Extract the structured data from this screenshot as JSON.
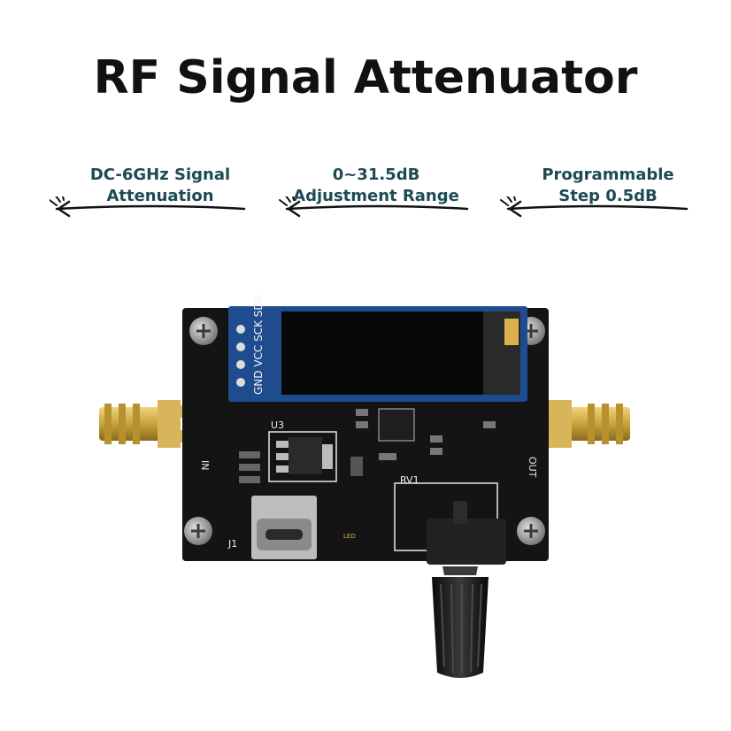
{
  "title": "RF Signal Attenuator",
  "features": [
    {
      "line1": "DC-6GHz Signal",
      "line2": "Attenuation"
    },
    {
      "line1": "0~31.5dB",
      "line2": "Adjustment Range"
    },
    {
      "line1": "Programmable",
      "line2": "Step 0.5dB"
    }
  ],
  "board": {
    "header_pins": "GND VCC SCK SDA",
    "label_u3": "U3",
    "label_in": "IN",
    "label_out": "OUT",
    "label_rv1": "RV1",
    "label_j1": "J1",
    "label_led": "LED"
  },
  "colors": {
    "feature_text": "#1d4a55",
    "pcb": "#141414",
    "gold": "#c9a23a",
    "oled_frame": "#1f4b8f"
  }
}
